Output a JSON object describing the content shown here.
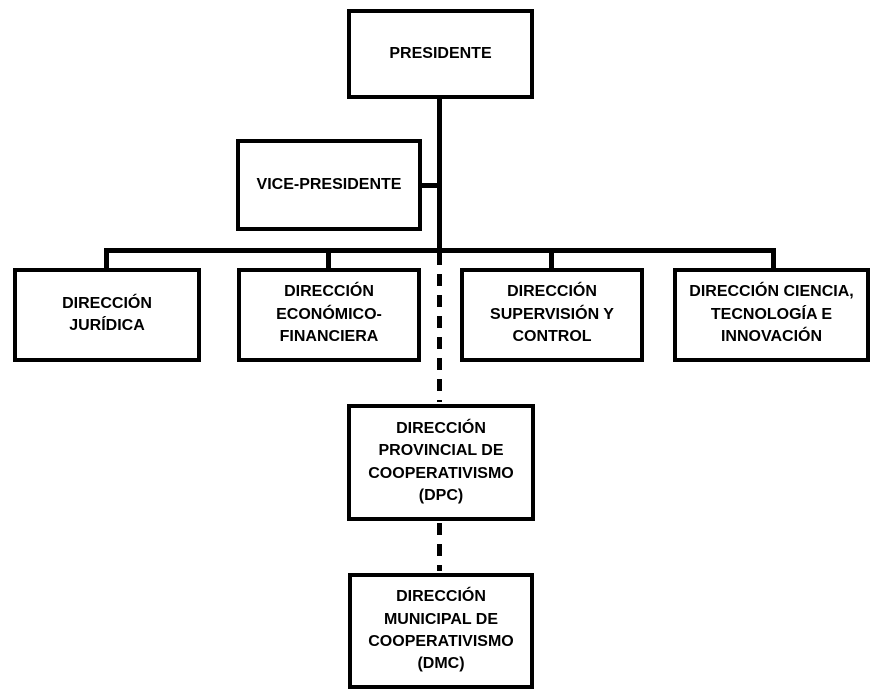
{
  "colors": {
    "line": "#000000",
    "box_border": "#000000",
    "box_fill": "#ffffff",
    "text": "#000000",
    "background": "#ffffff"
  },
  "nodes": {
    "presidente": {
      "label": "PRESIDENTE"
    },
    "vice_presidente": {
      "label": "VICE-PRESIDENTE"
    },
    "direccion_juridica": {
      "label": "DIRECCIÓN\nJURÍDICA"
    },
    "direccion_economico": {
      "label": "DIRECCIÓN\nECONÓMICO-\nFINANCIERA"
    },
    "direccion_supervision": {
      "label": "DIRECCIÓN\nSUPERVISIÓN Y\nCONTROL"
    },
    "direccion_ciencia": {
      "label": "DIRECCIÓN CIENCIA,\nTECNOLOGÍA E\nINNOVACIÓN"
    },
    "direccion_provincial": {
      "label": "DIRECCIÓN\nPROVINCIAL DE\nCOOPERATIVISMO\n(DPC)"
    },
    "direccion_municipal": {
      "label": "DIRECCIÓN\nMUNICIPAL DE\nCOOPERATIVISMO\n(DMC)"
    }
  },
  "connectors": {
    "solid_links": [
      "presidente->distribution-line",
      "vice_presidente->trunk",
      "distribution-line->direccion_juridica",
      "distribution-line->direccion_economico",
      "distribution-line->direccion_supervision",
      "distribution-line->direccion_ciencia"
    ],
    "dashed_links": [
      "trunk->direccion_provincial",
      "direccion_provincial->direccion_municipal"
    ]
  }
}
